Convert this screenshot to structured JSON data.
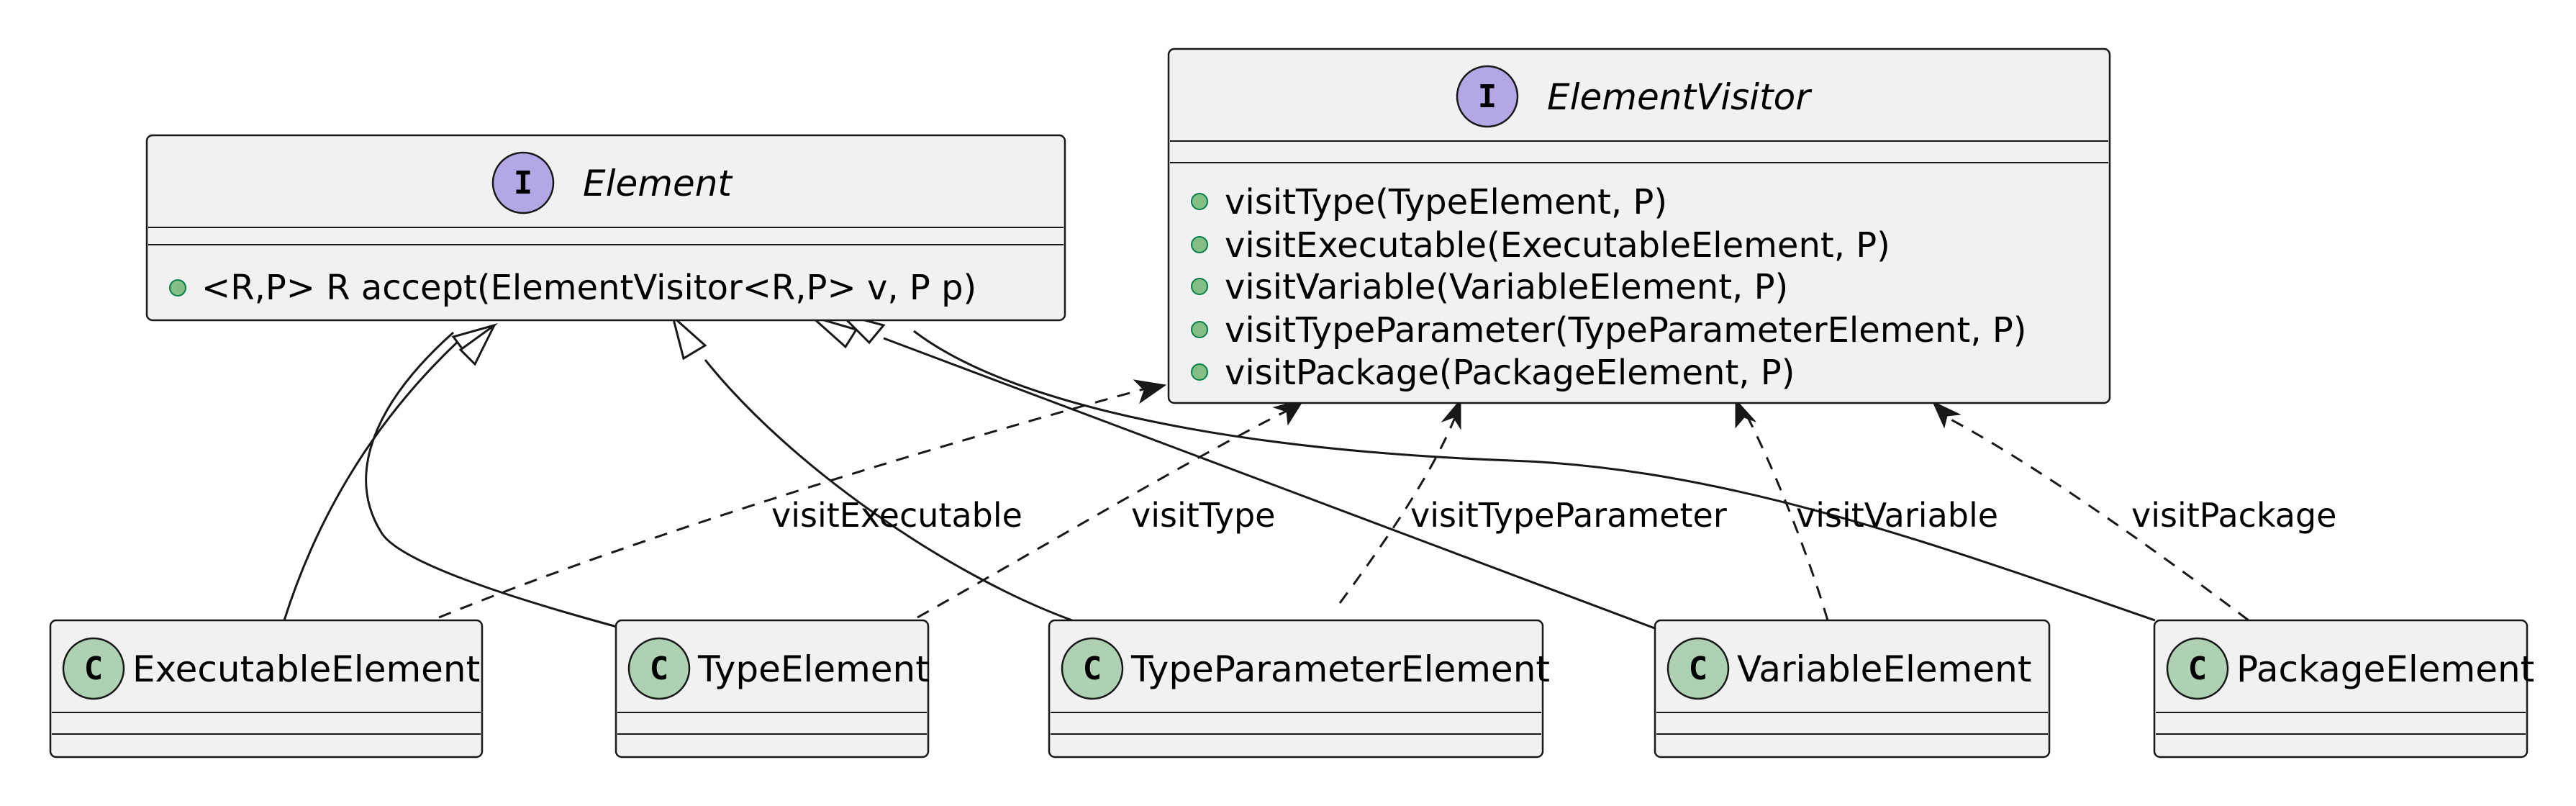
{
  "interfaces": {
    "element": {
      "stereotype": "I",
      "name": "Element",
      "badge_color": "#b4a7e5",
      "methods": [
        "<R,P> R accept(ElementVisitor<R,P> v, P p)"
      ]
    },
    "element_visitor": {
      "stereotype": "I",
      "name": "ElementVisitor",
      "badge_color": "#b4a7e5",
      "methods": [
        "visitType(TypeElement, P)",
        "visitExecutable(ExecutableElement, P)",
        "visitVariable(VariableElement, P)",
        "visitTypeParameter(TypeParameterElement, P)",
        "visitPackage(PackageElement, P)"
      ]
    }
  },
  "classes": {
    "executable_element": {
      "stereotype": "C",
      "name": "ExecutableElement",
      "badge_color": "#add1b2"
    },
    "type_element": {
      "stereotype": "C",
      "name": "TypeElement",
      "badge_color": "#add1b2"
    },
    "type_parameter_element": {
      "stereotype": "C",
      "name": "TypeParameterElement",
      "badge_color": "#add1b2"
    },
    "variable_element": {
      "stereotype": "C",
      "name": "VariableElement",
      "badge_color": "#add1b2"
    },
    "package_element": {
      "stereotype": "C",
      "name": "PackageElement",
      "badge_color": "#add1b2"
    }
  },
  "relations": {
    "dependency_labels": {
      "executable": "visitExecutable",
      "type": "visitType",
      "type_parameter": "visitTypeParameter",
      "variable": "visitVariable",
      "package": "visitPackage"
    }
  },
  "colors": {
    "box_fill": "#f1f1f1",
    "line": "#181818",
    "public_marker": "#84be84"
  }
}
